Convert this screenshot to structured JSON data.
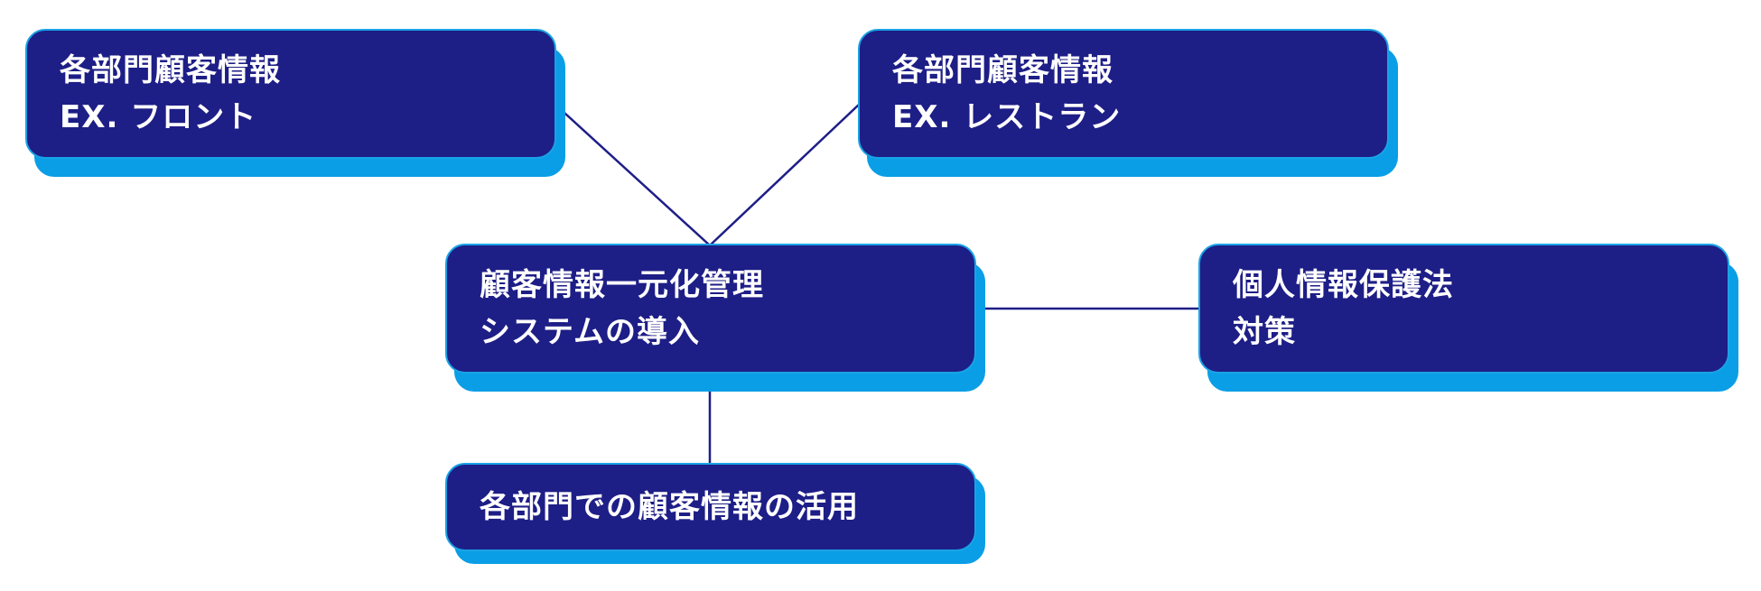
{
  "colors": {
    "box": "#1e1e87",
    "shadow": "#0a9ee6",
    "border": "#1aa3e6",
    "connector": "#1e1e87",
    "text": "#ffffff"
  },
  "nodes": {
    "front": {
      "line1": "各部門顧客情報",
      "line2": "EX. フロント"
    },
    "restaurant": {
      "line1": "各部門顧客情報",
      "line2": "EX. レストラン"
    },
    "central": {
      "line1": "顧客情報一元化管理",
      "line2": "システムの導入"
    },
    "privacy": {
      "line1": "個人情報保護法",
      "line2": "対策"
    },
    "usage": {
      "line1": "各部門での顧客情報の活用"
    }
  },
  "connections": [
    [
      "front",
      "central"
    ],
    [
      "restaurant",
      "central"
    ],
    [
      "central",
      "privacy"
    ],
    [
      "central",
      "usage"
    ]
  ]
}
